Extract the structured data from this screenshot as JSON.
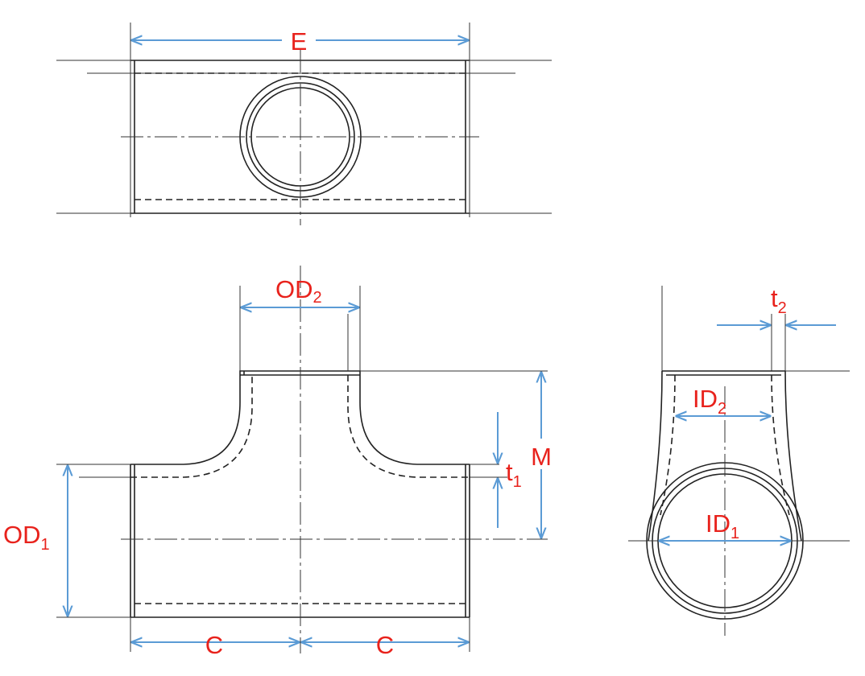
{
  "colors": {
    "dimension": "#5b9bd5",
    "label": "#e8221c",
    "outline": "#222222"
  },
  "labels": {
    "E": {
      "main": "E"
    },
    "OD2": {
      "main": "OD",
      "sub": "2"
    },
    "t2": {
      "main": "t",
      "sub": "2"
    },
    "ID2": {
      "main": "ID",
      "sub": "2"
    },
    "M": {
      "main": "M"
    },
    "t1": {
      "main": "t",
      "sub": "1"
    },
    "OD1": {
      "main": "OD",
      "sub": "1"
    },
    "ID1": {
      "main": "ID",
      "sub": "1"
    },
    "C_left": {
      "main": "C"
    },
    "C_right": {
      "main": "C"
    }
  }
}
